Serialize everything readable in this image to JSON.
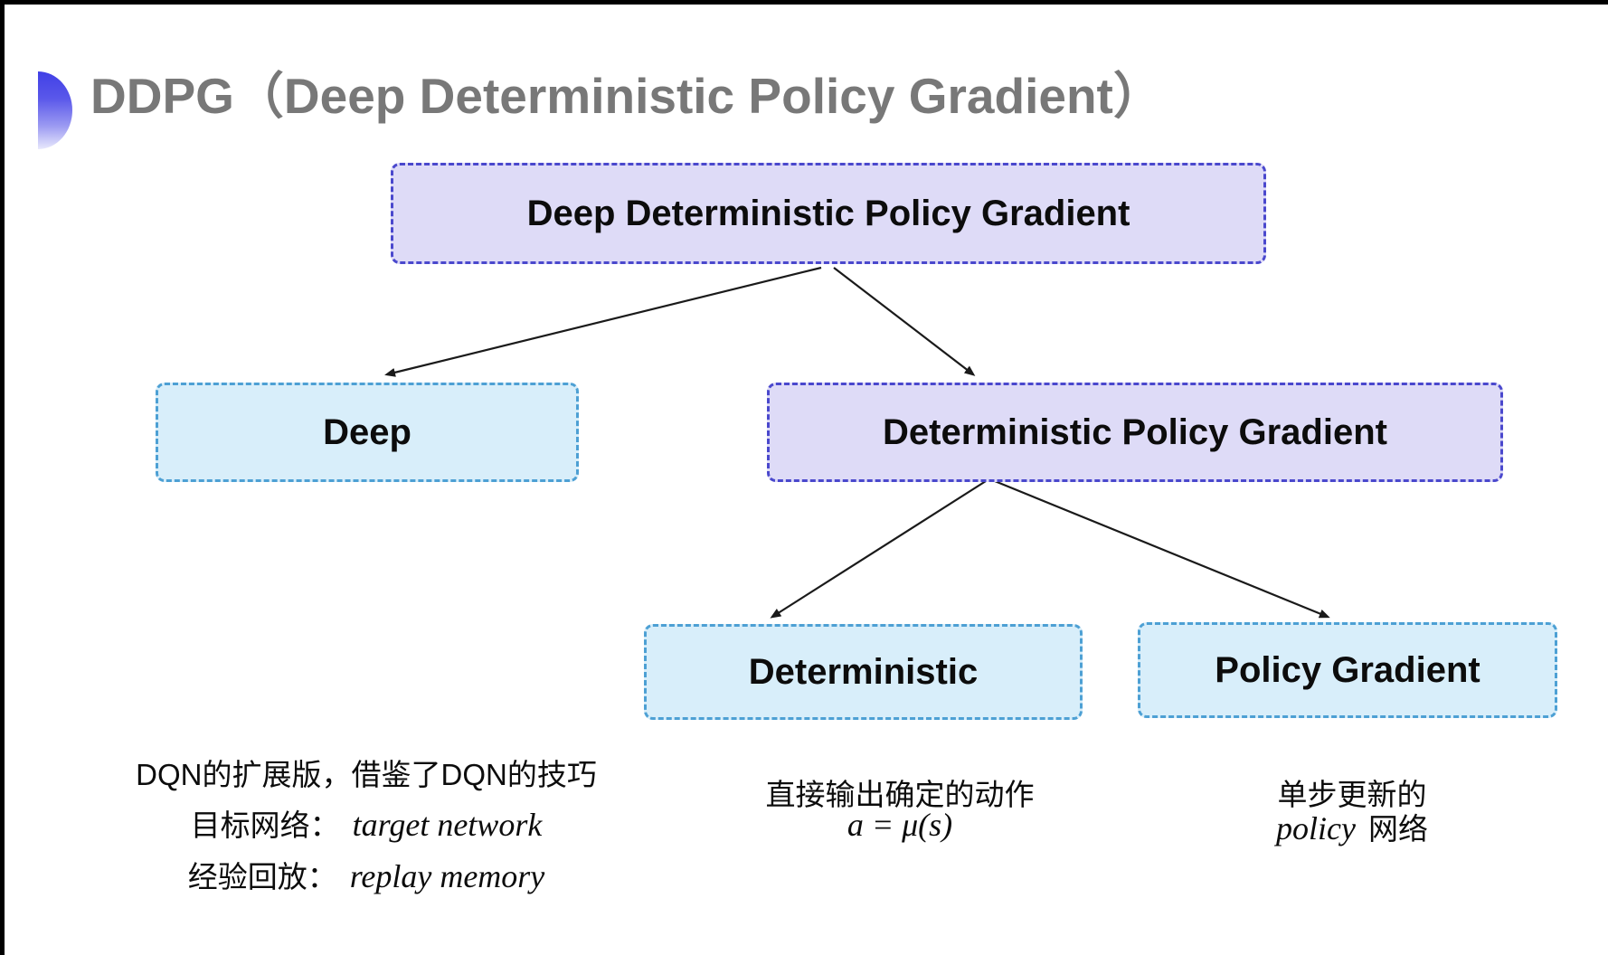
{
  "title": "DDPG（Deep Deterministic Policy Gradient）",
  "tree": {
    "root": "Deep Deterministic Policy Gradient",
    "deep": "Deep",
    "dpg": "Deterministic Policy Gradient",
    "deterministic": "Deterministic",
    "policy_gradient": "Policy Gradient"
  },
  "notes": {
    "deep_line1": "DQN的扩展版，借鉴了DQN的技巧",
    "deep_line2_zh": "目标网络：",
    "deep_line2_en": "target network",
    "deep_line3_zh": "经验回放：",
    "deep_line3_en": "replay memory",
    "det_line1": "直接输出确定的动作",
    "det_line2": "a = μ(s)",
    "pg_line1": "单步更新的",
    "pg_line2_en": "policy",
    "pg_line2_zh": "网络"
  },
  "colors": {
    "purple_fill": "#dedbf7",
    "purple_border": "#4a48cd",
    "blue_fill": "#d8eefa",
    "blue_border": "#4da0d4",
    "title_color": "#787878",
    "arrow_color": "#1a1a1a"
  }
}
